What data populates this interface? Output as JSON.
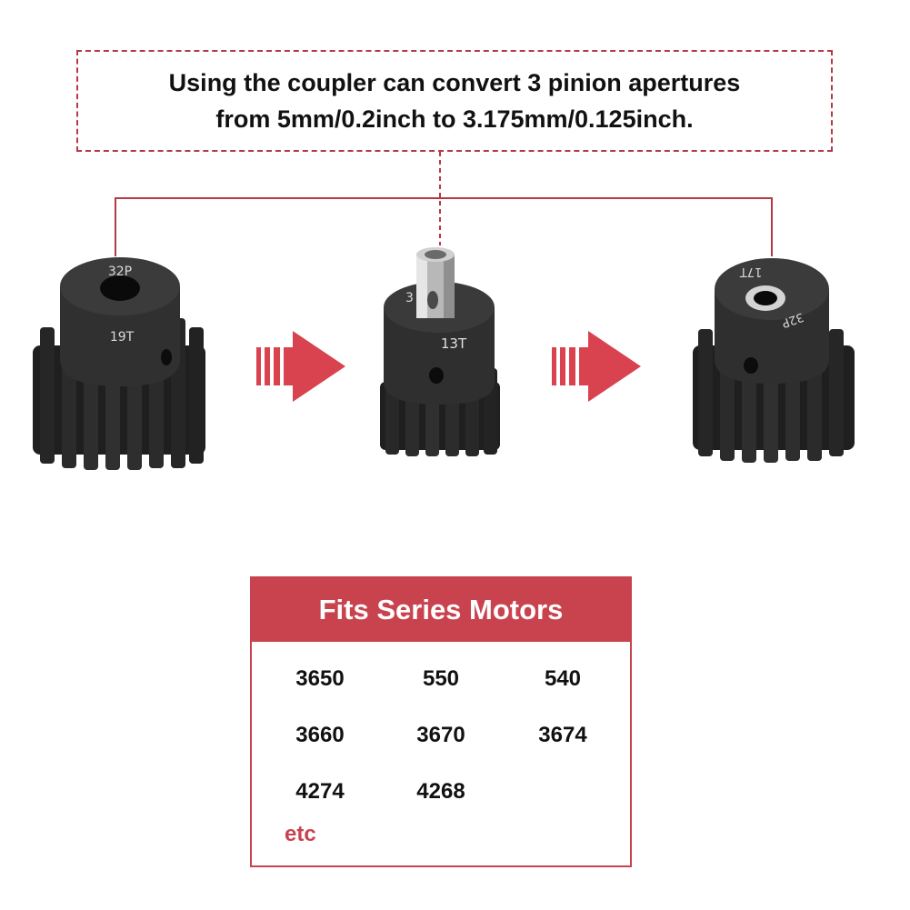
{
  "callout": {
    "line1": "Using the coupler can convert 3 pinion apertures",
    "line2": "from 5mm/0.2inch to 3.175mm/0.125inch."
  },
  "gears": {
    "left": {
      "pitch": "32P",
      "teeth": "19T"
    },
    "middle": {
      "teeth": "13T",
      "partial_mark": "3"
    },
    "right": {
      "pitch": "32P",
      "teeth": "17T"
    }
  },
  "table": {
    "title": "Fits Series Motors",
    "rows": [
      [
        "3650",
        "550",
        "540"
      ],
      [
        "3660",
        "3670",
        "3674"
      ],
      [
        "4274",
        "4268",
        ""
      ]
    ],
    "footer": "etc"
  },
  "colors": {
    "accent": "#c9434f",
    "gear_dark": "#2a2a2a"
  }
}
